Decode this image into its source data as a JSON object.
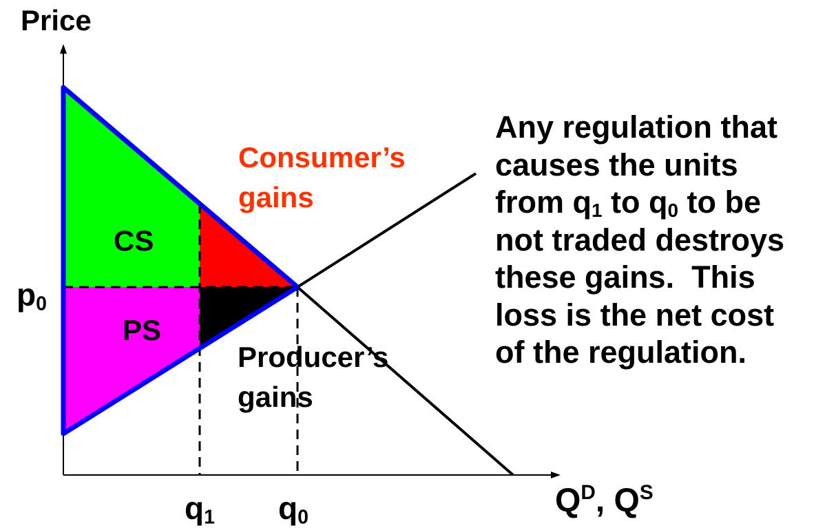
{
  "axes": {
    "y_title": "Price",
    "x_title": {
      "base1": "Q",
      "sup1": "D",
      "sep": ", ",
      "base2": "Q",
      "sup2": "S"
    },
    "p0": {
      "base": "p",
      "sub": "0"
    },
    "q1": {
      "base": "q",
      "sub": "1"
    },
    "q0": {
      "base": "q",
      "sub": "0"
    }
  },
  "regions": {
    "cs": "CS",
    "ps": "PS"
  },
  "labels": {
    "consumer_line1": "Consumer’s",
    "consumer_line2": "gains",
    "producer_line1": "Producer’s",
    "producer_line2": "gains"
  },
  "annotation": {
    "line1": "Any regulation that",
    "line2": "causes the units",
    "line3_a": "from q",
    "line3_sub1": "1",
    "line3_b": " to q",
    "line3_sub2": "0",
    "line3_c": " to be",
    "line4": "not traded destroys",
    "line5": "these gains.  This",
    "line6": "loss is the net cost",
    "line7": "of the regulation."
  },
  "colors": {
    "consumer_surplus": "#00ff00",
    "producer_surplus": "#ff00ff",
    "consumer_gains_area": "#ff0000",
    "producer_gains_area": "#000000",
    "curve_outline": "#0000ff",
    "consumer_gains_text": "#ff3300"
  }
}
